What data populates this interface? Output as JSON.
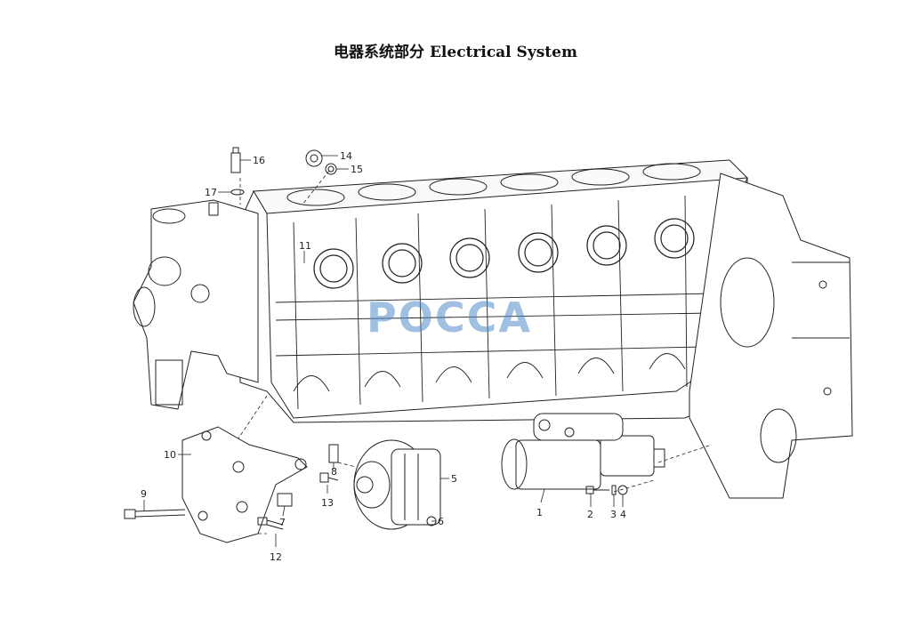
{
  "title": "电器系统部分  Electrical System",
  "watermark": "POCCA",
  "callouts": [
    {
      "id": "c1",
      "label": "1"
    },
    {
      "id": "c2",
      "label": "2"
    },
    {
      "id": "c3",
      "label": "3"
    },
    {
      "id": "c4",
      "label": "4"
    },
    {
      "id": "c5",
      "label": "5"
    },
    {
      "id": "c6",
      "label": "6"
    },
    {
      "id": "c7",
      "label": "7"
    },
    {
      "id": "c8",
      "label": "8"
    },
    {
      "id": "c9",
      "label": "9"
    },
    {
      "id": "c10",
      "label": "10"
    },
    {
      "id": "c11",
      "label": "11"
    },
    {
      "id": "c12",
      "label": "12"
    },
    {
      "id": "c13",
      "label": "13"
    },
    {
      "id": "c14",
      "label": "14"
    },
    {
      "id": "c15",
      "label": "15"
    },
    {
      "id": "c16",
      "label": "16"
    },
    {
      "id": "c17",
      "label": "17"
    }
  ]
}
